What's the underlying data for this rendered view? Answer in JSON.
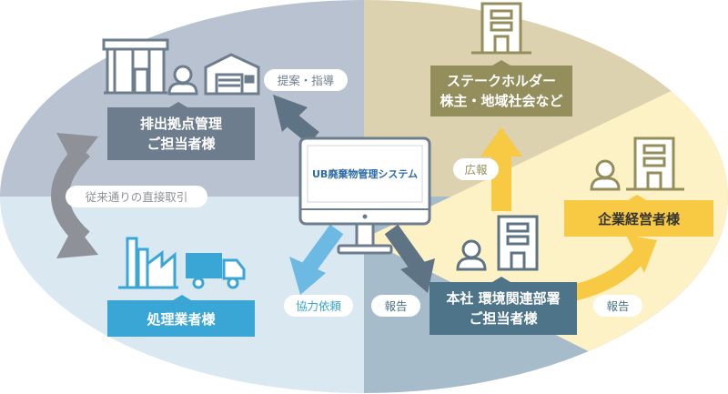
{
  "center": {
    "monitor_label": "UB廃棄物管理システム"
  },
  "boxes": {
    "emission": {
      "line1": "排出拠点管理",
      "line2": "ご担当者様"
    },
    "stakeholder": {
      "line1": "ステークホルダー",
      "line2": "株主・地域社会など"
    },
    "management": {
      "line1": "企業経営者様"
    },
    "processor": {
      "line1": "処理業者様"
    },
    "headoffice": {
      "line1": "本社 環境関連部署",
      "line2": "ご担当者様"
    }
  },
  "pills": {
    "proposal": "提案・指導",
    "traditional": "従来通りの直接取引",
    "pr": "広報",
    "cooperation": "協力依頼",
    "report_left": "報告",
    "report_right": "報告"
  },
  "colors": {
    "quad_top_left": "#b8c2d0",
    "quad_top_right": "#ddd2b0",
    "quad_bottom_left": "#d9e8f1",
    "quad_bottom_right": "#a7bccb",
    "band_yellow": "#fdf1c6",
    "box_gray": "#6e7d8d",
    "box_olive": "#948e5c",
    "box_yellow": "#f8c942",
    "box_blue": "#3aa6d6",
    "box_teal": "#4e7489",
    "arrow_gray": "#8e9197",
    "arrow_slate": "#5e7384",
    "arrow_blue": "#6cb9e3",
    "arrow_yellow": "#f8c942"
  }
}
